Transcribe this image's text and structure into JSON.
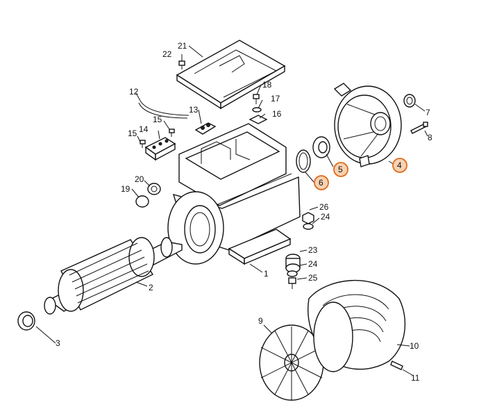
{
  "callouts": [
    {
      "id": "1",
      "text": "1",
      "highlight": false
    },
    {
      "id": "2",
      "text": "2",
      "highlight": false
    },
    {
      "id": "3",
      "text": "3",
      "highlight": false
    },
    {
      "id": "4",
      "text": "4",
      "highlight": true
    },
    {
      "id": "5",
      "text": "5",
      "highlight": true
    },
    {
      "id": "6",
      "text": "6",
      "highlight": true
    },
    {
      "id": "7",
      "text": "7",
      "highlight": false
    },
    {
      "id": "8",
      "text": "8",
      "highlight": false
    },
    {
      "id": "9",
      "text": "9",
      "highlight": false
    },
    {
      "id": "10",
      "text": "10",
      "highlight": false
    },
    {
      "id": "11",
      "text": "11",
      "highlight": false
    },
    {
      "id": "12",
      "text": "12",
      "highlight": false
    },
    {
      "id": "13",
      "text": "13",
      "highlight": false
    },
    {
      "id": "14",
      "text": "14",
      "highlight": false
    },
    {
      "id": "15a",
      "text": "15",
      "highlight": false
    },
    {
      "id": "15b",
      "text": "15",
      "highlight": false
    },
    {
      "id": "16",
      "text": "16",
      "highlight": false
    },
    {
      "id": "17",
      "text": "17",
      "highlight": false
    },
    {
      "id": "18",
      "text": "18",
      "highlight": false
    },
    {
      "id": "19",
      "text": "19",
      "highlight": false
    },
    {
      "id": "20",
      "text": "20",
      "highlight": false
    },
    {
      "id": "21",
      "text": "21",
      "highlight": false
    },
    {
      "id": "22",
      "text": "22",
      "highlight": false
    },
    {
      "id": "23",
      "text": "23",
      "highlight": false
    },
    {
      "id": "24a",
      "text": "24",
      "highlight": false
    },
    {
      "id": "24b",
      "text": "24",
      "highlight": false
    },
    {
      "id": "25",
      "text": "25",
      "highlight": false
    },
    {
      "id": "26",
      "text": "26",
      "highlight": false
    }
  ],
  "colors": {
    "highlight": "#e06a1a",
    "highlight_fill": "#f9d6b8",
    "line": "#111111"
  }
}
